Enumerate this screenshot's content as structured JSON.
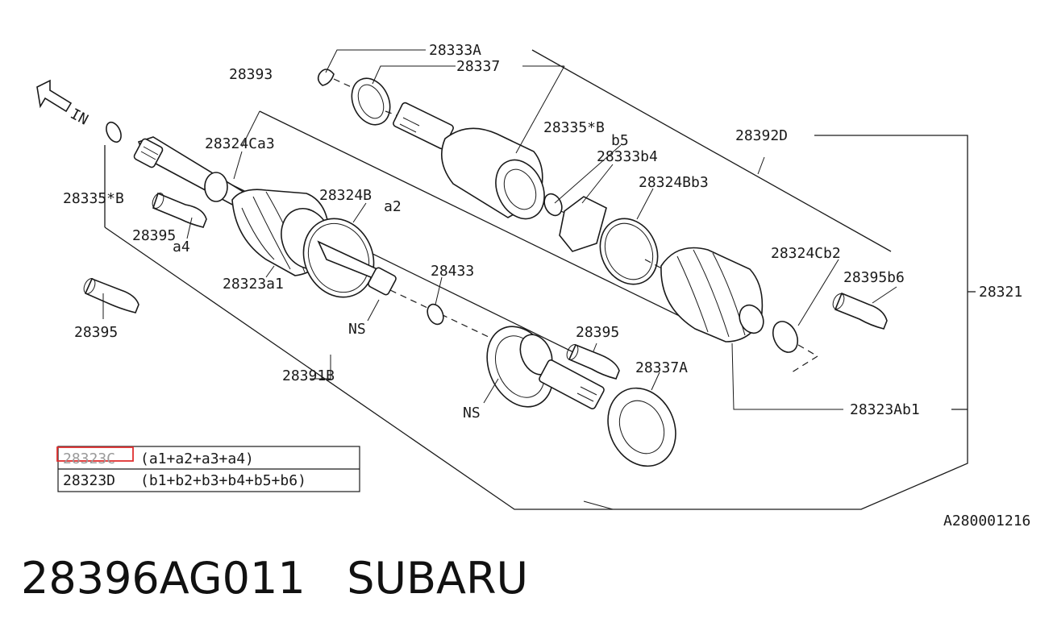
{
  "diagram": {
    "title": "",
    "callouts": {
      "c28333A": "28333A",
      "c28337": "28337",
      "c28393": "28393",
      "c28335B_r": "28335*B",
      "c_b5": "b5",
      "c28392D": "28392D",
      "c28324Ca3": "28324Ca3",
      "c28333b4": "28333b4",
      "c28324Bb3": "28324Bb3",
      "c28335B_l": "28335*B",
      "c28324B": "28324B",
      "c_a2": "a2",
      "c28395_a4": "28395",
      "c_a4": "a4",
      "c28324Cb2": "28324Cb2",
      "c28433": "28433",
      "c28395b6": "28395b6",
      "c28323a1": "28323a1",
      "c28321": "28321",
      "c_NS1": "NS",
      "c28395_mid": "28395",
      "c28395_left": "28395",
      "c28337A": "28337A",
      "c28391B": "28391B",
      "c_NS2": "NS",
      "c28323Ab1": "28323Ab1"
    },
    "direction_label": "IN",
    "figure_code": "A280001216",
    "kit_table": [
      {
        "part": "28323C",
        "contents": "(a1+a2+a3+a4)",
        "highlighted": true
      },
      {
        "part": "28323D",
        "contents": "(b1+b2+b3+b4+b5+b6)",
        "highlighted": false
      }
    ],
    "highlight_color": "#e03030"
  },
  "footer": {
    "part_number": "28396AG011",
    "brand": "SUBARU"
  }
}
